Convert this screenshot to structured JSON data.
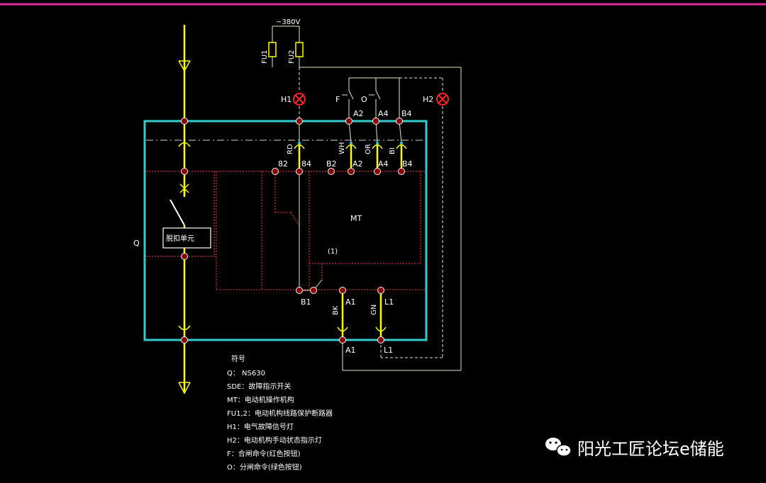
{
  "colors": {
    "frame": "#e0289c",
    "box": "#33cccc",
    "bus": "#ffff00",
    "wire": "#e8e6c0",
    "dotted": "#ff3b3b",
    "node": "#8b0000",
    "lamp": "#ff2222",
    "text": "#ffffff"
  },
  "diagram": {
    "supply": "~380V",
    "fuses": [
      "FU1",
      "FU2"
    ],
    "lamps": [
      "H1",
      "H2"
    ],
    "buttons": [
      "F",
      "O"
    ],
    "top_terminals": [
      "A2",
      "A4",
      "B4"
    ],
    "inner_top_terminals": [
      "82",
      "84",
      "B2",
      "A2",
      "A4",
      "B4"
    ],
    "wire_codes": [
      "RD",
      "WH",
      "OR",
      "BI"
    ],
    "motor_label": "MT",
    "protect_unit": "脱扣单元",
    "breaker_label": "Q",
    "note": "(1)",
    "bottom_inner": [
      "B1",
      "A1",
      "L1"
    ],
    "bottom_codes": [
      "BK",
      "GN"
    ],
    "bottom_outer": [
      "A1",
      "L1"
    ]
  },
  "legend": {
    "title": "符号",
    "lines": [
      "Q：  NS630",
      "SDE：故障指示开关",
      "MT：电动机操作机构",
      "FU1,2：电动机构线路保护断路器",
      "H1：电气故障信号灯",
      "H2：电动机构手动状态指示灯",
      "F：合闸命令(红色按钮)",
      "O：分闸命令(绿色按钮)"
    ]
  },
  "watermark": {
    "icon": "wechat-icon",
    "text": "阳光工匠论坛e储能"
  }
}
